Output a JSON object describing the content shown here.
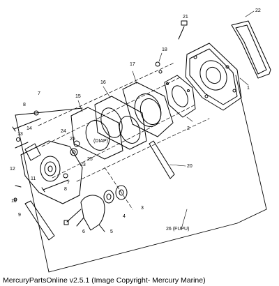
{
  "labels": {
    "p1": "1",
    "p2": "2",
    "p3": "3",
    "p4": "4",
    "p5": "5",
    "p6": "6",
    "p7a": "7",
    "p7b": "7",
    "p8a": "8",
    "p8b": "8",
    "p9": "9",
    "p10": "10",
    "p11": "11",
    "p12": "12",
    "p13": "13",
    "p14": "14",
    "p15": "15",
    "p16": "16",
    "p17": "17",
    "p18": "18",
    "p20": "20",
    "p21": "21",
    "p22": "22",
    "p23": "23",
    "p24": "24",
    "p25": "25",
    "p26": "26 (FUPU)",
    "diap": "(DIAP)"
  },
  "caption": "MercuryPartsOnline v2.5.1 (Image Copyright- Mercury Marine)"
}
